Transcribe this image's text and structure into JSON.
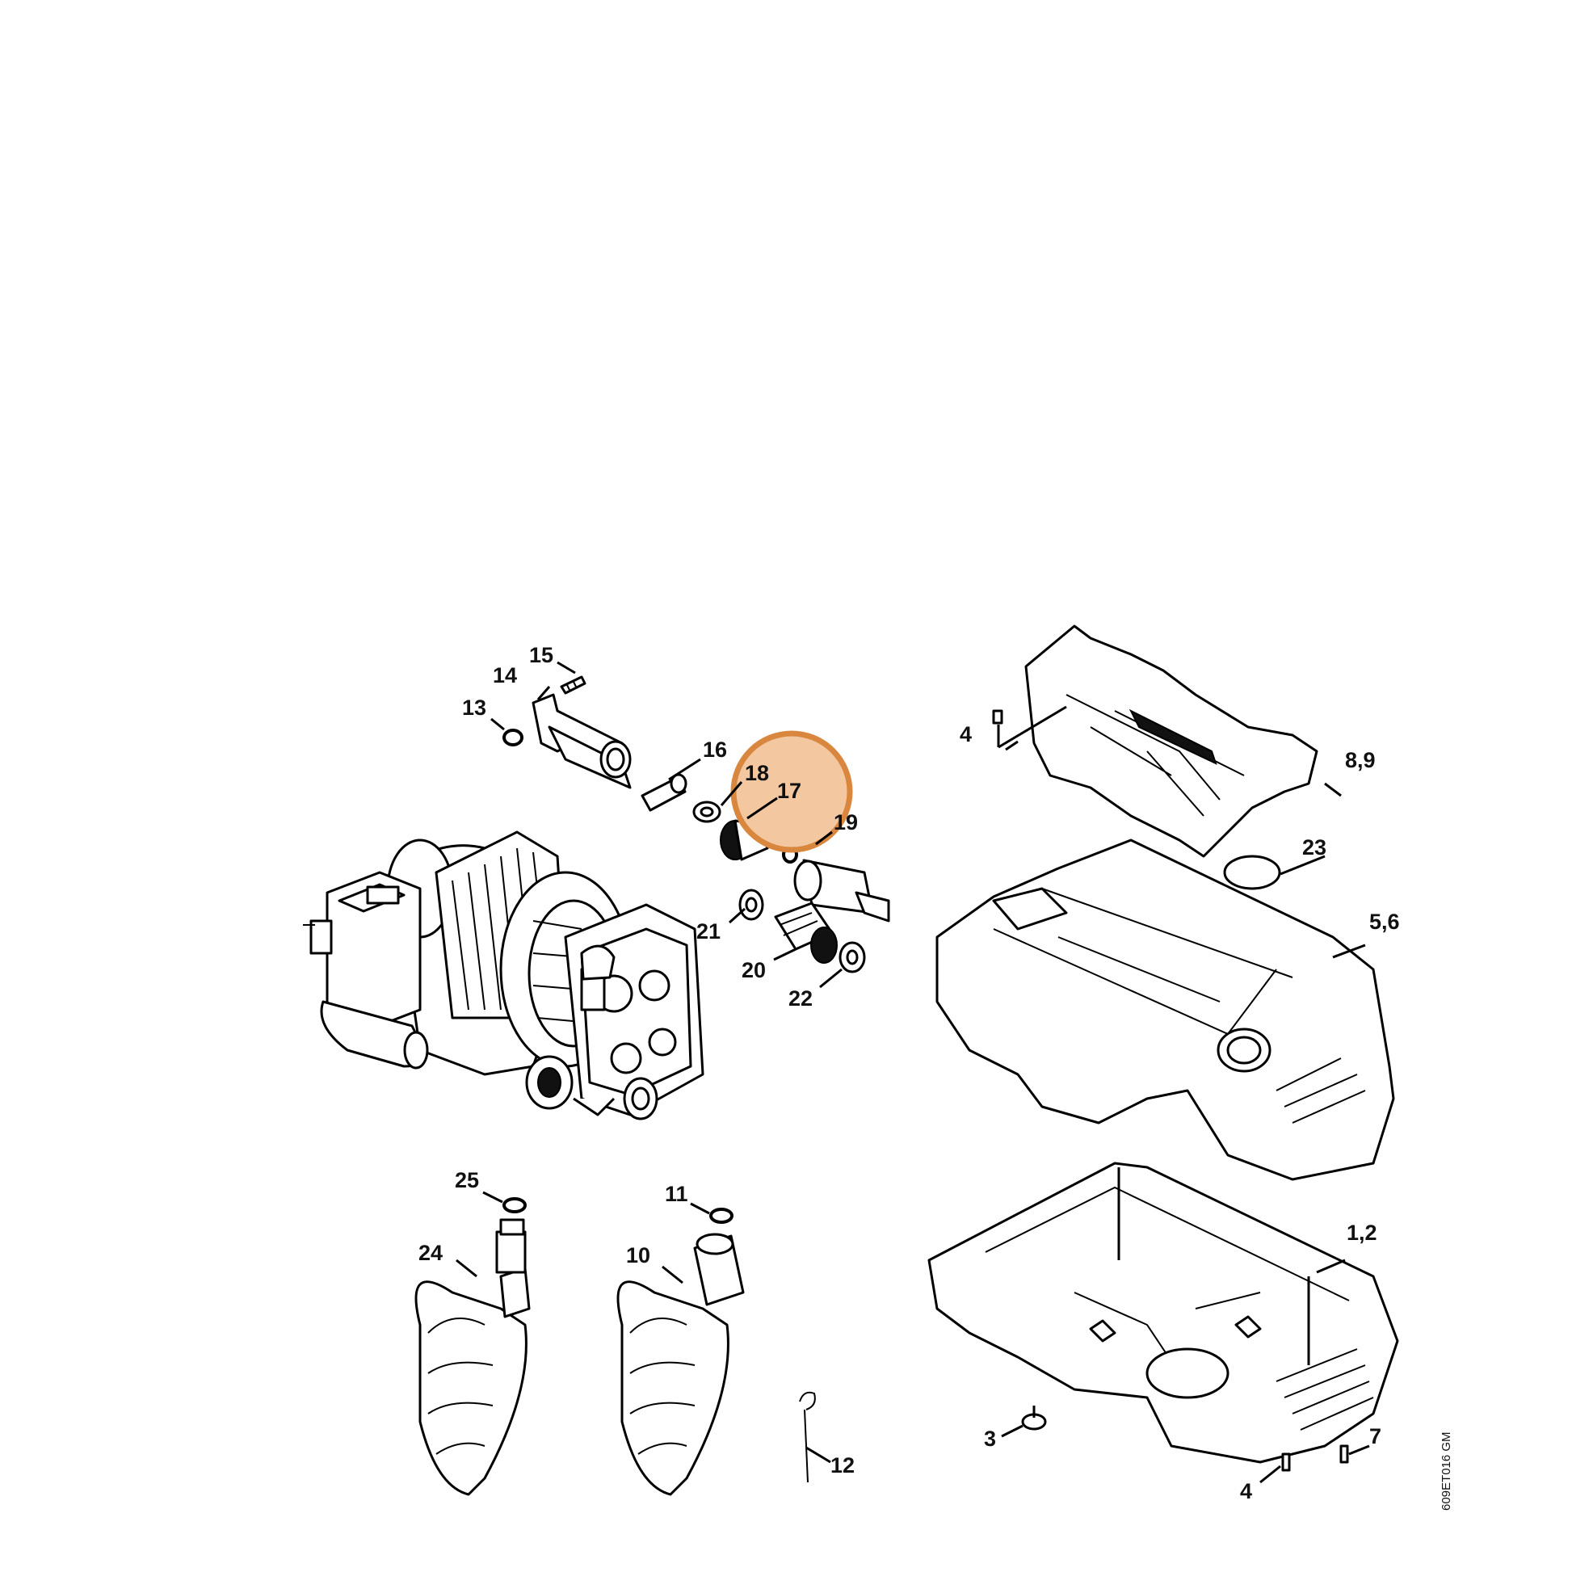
{
  "labels": {
    "l1_2": "1,2",
    "l3": "3",
    "l4a": "4",
    "l4b": "4",
    "l5_6": "5,6",
    "l7": "7",
    "l8_9": "8,9",
    "l10": "10",
    "l11": "11",
    "l12": "12",
    "l13": "13",
    "l14": "14",
    "l15": "15",
    "l16": "16",
    "l17": "17",
    "l18": "18",
    "l19": "19",
    "l20": "20",
    "l21": "21",
    "l22": "22",
    "l23": "23",
    "l24": "24",
    "l25": "25"
  },
  "drawing_code": "609ET016 GM",
  "highlight": {
    "color": "#d9873e",
    "fill": "#f3c7a0"
  }
}
